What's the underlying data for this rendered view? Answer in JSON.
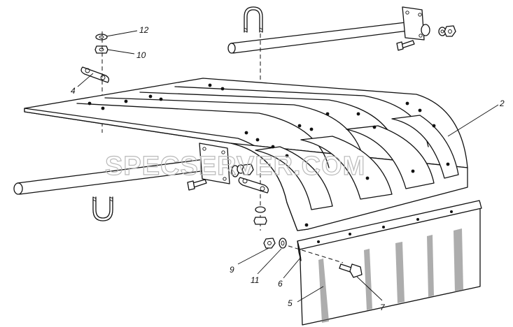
{
  "watermark": "SPECSERVER.COM",
  "callouts": [
    {
      "id": "label-12",
      "text": "12"
    },
    {
      "id": "label-10",
      "text": "10"
    },
    {
      "id": "label-4",
      "text": "4"
    },
    {
      "id": "label-2",
      "text": "2"
    },
    {
      "id": "label-9",
      "text": "9"
    },
    {
      "id": "label-11",
      "text": "11"
    },
    {
      "id": "label-6",
      "text": "6"
    },
    {
      "id": "label-5",
      "text": "5"
    },
    {
      "id": "label-7",
      "text": "7"
    }
  ]
}
